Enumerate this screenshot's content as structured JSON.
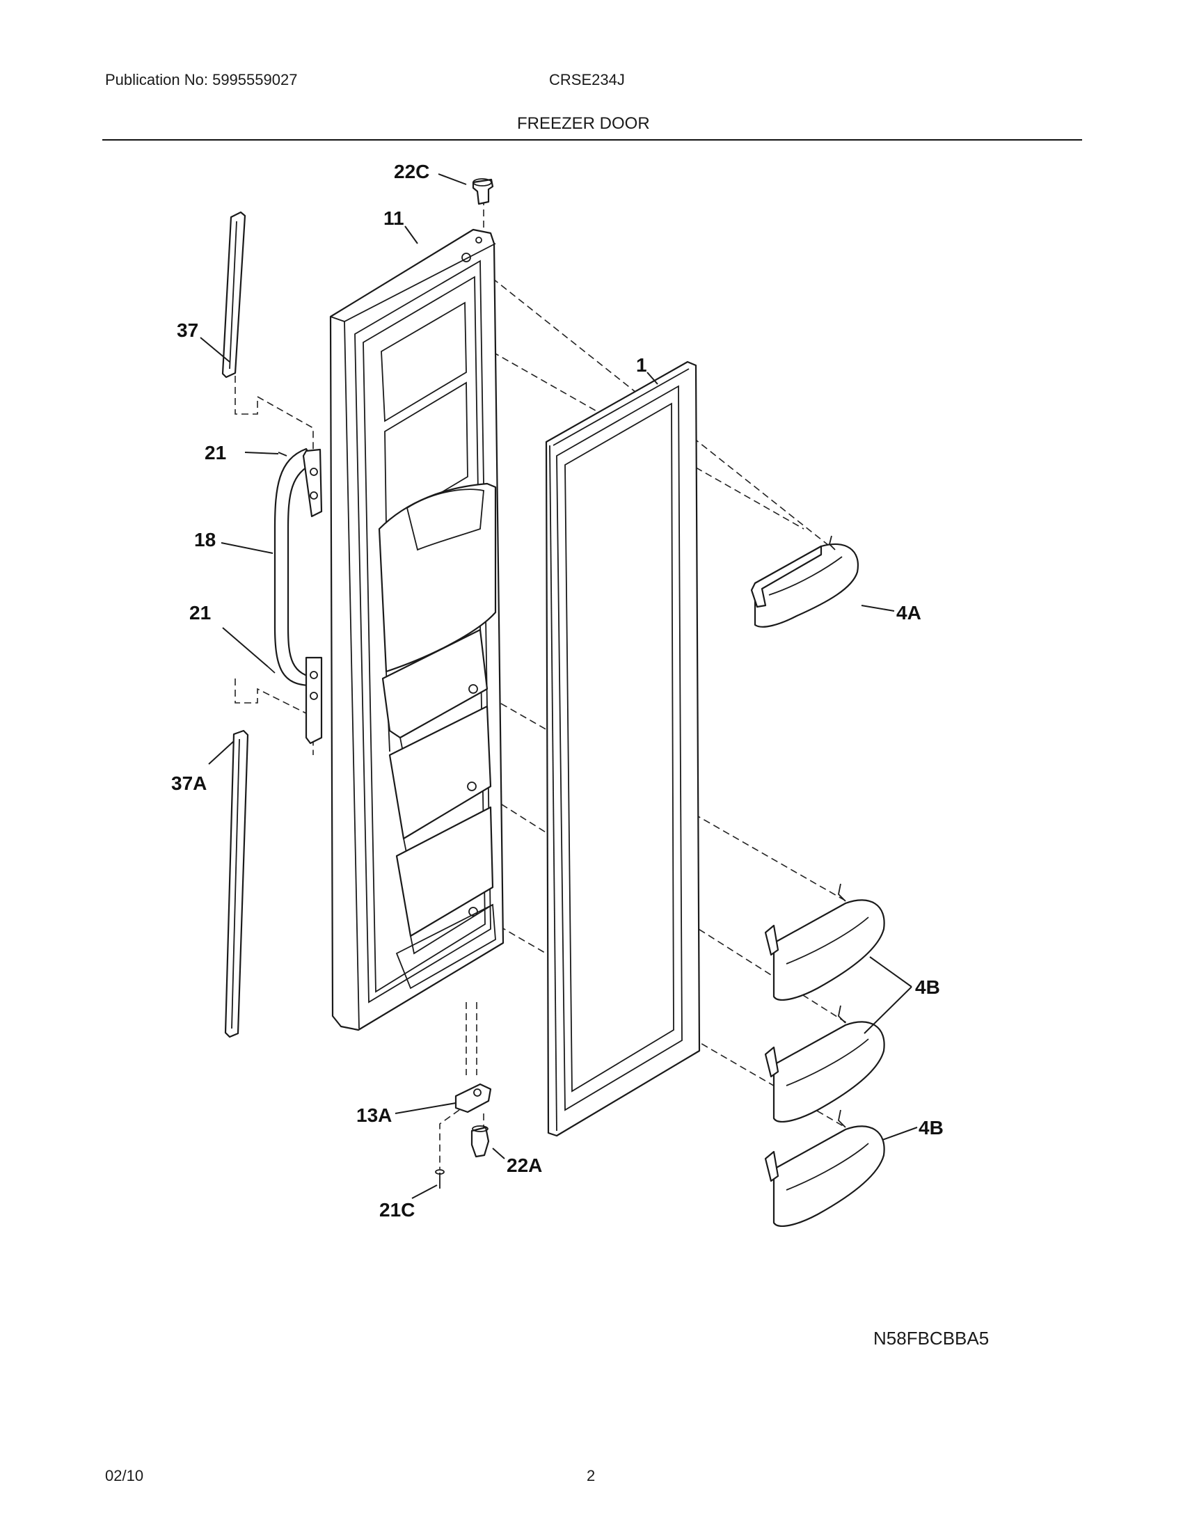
{
  "header": {
    "publication": "Publication No: 5995559027",
    "model": "CRSE234J",
    "title": "FREEZER DOOR"
  },
  "callouts": {
    "c22c": "22C",
    "c11": "11",
    "c37": "37",
    "c1": "1",
    "c21_top": "21",
    "c18": "18",
    "c21_bottom": "21",
    "c4a": "4A",
    "c37a": "37A",
    "c4b_upper": "4B",
    "c4b_lower": "4B",
    "c13a": "13A",
    "c22a": "22A",
    "c21c": "21C"
  },
  "footer": {
    "code": "N58FBCBBA5",
    "date": "02/10",
    "page": "2"
  }
}
